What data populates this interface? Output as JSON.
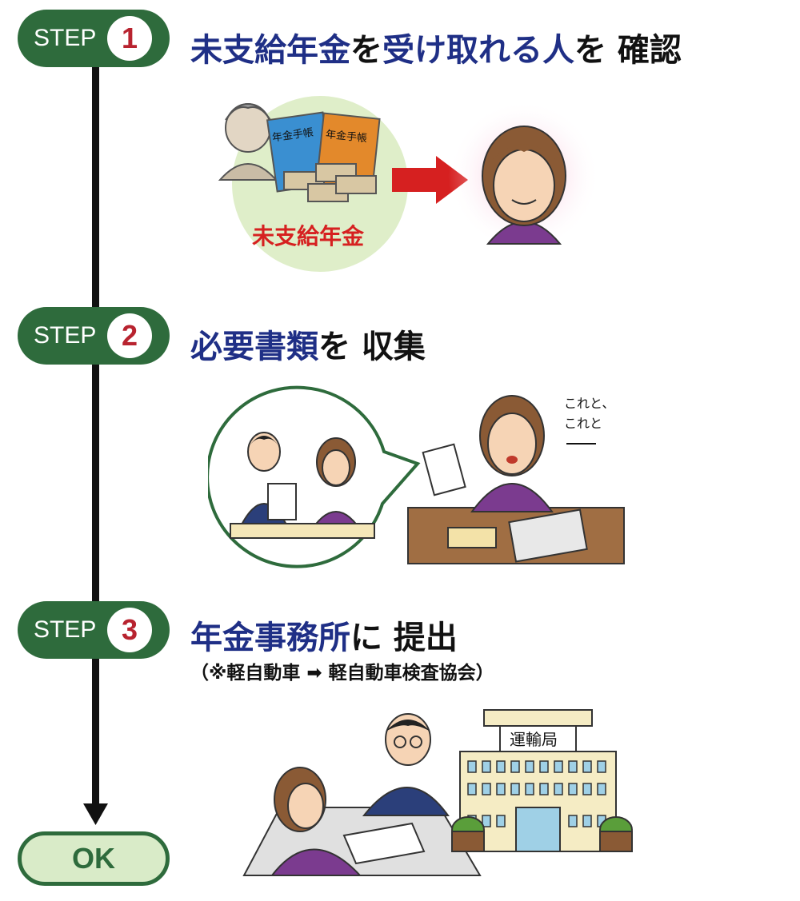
{
  "steps": [
    {
      "label": "STEP",
      "number": "1",
      "heading": {
        "part1": "未支給年金",
        "part2": "を",
        "part3": "受け取れる人",
        "part4": "を 確認"
      },
      "illustration": {
        "circle_label": "未支給年金",
        "book1": "年金手帳",
        "book2": "年金手帳"
      }
    },
    {
      "label": "STEP",
      "number": "2",
      "heading": {
        "part1": "必要書類",
        "part2": "を 収集"
      },
      "illustration": {
        "speech": "これと、\nこれと",
        "speech_line1": "これと、",
        "speech_line2": "これと"
      }
    },
    {
      "label": "STEP",
      "number": "3",
      "heading": {
        "part1": "年金事務所",
        "part2": "に 提出"
      },
      "note": "（※軽自動車 ➡ 軽自動車検査協会）",
      "illustration": {
        "building_sign": "運輸局"
      }
    }
  ],
  "final": {
    "label": "OK"
  },
  "colors": {
    "green": "#2e6b3c",
    "red": "#b8232f",
    "blue": "#1f2f86",
    "light_green": "#d9ebc8"
  }
}
